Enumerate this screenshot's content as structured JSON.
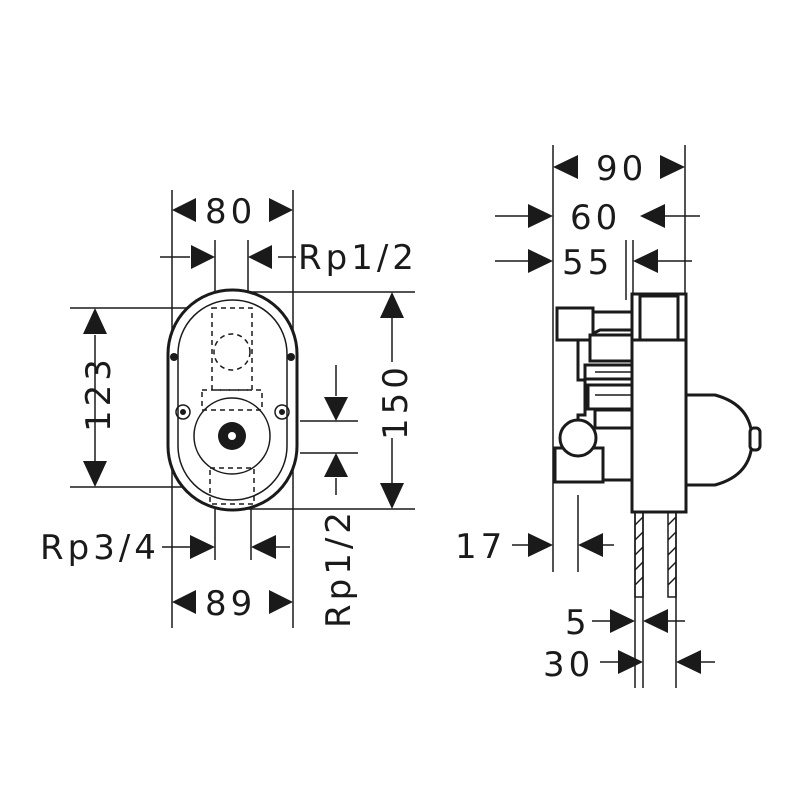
{
  "front_view": {
    "dim_width_top": "80",
    "dim_inlet_top": "Rp1/2",
    "dim_height_left": "123",
    "dim_height_right": "150",
    "dim_outlet_side": "Rp1/2",
    "dim_inlet_bottom": "Rp3/4",
    "dim_width_bottom": "89"
  },
  "side_view": {
    "dim_depth_90": "90",
    "dim_depth_60": "60",
    "dim_depth_55": "55",
    "dim_17": "17",
    "dim_5": "5",
    "dim_30": "30"
  },
  "colors": {
    "line": "#1a1a1a",
    "background": "#ffffff"
  }
}
